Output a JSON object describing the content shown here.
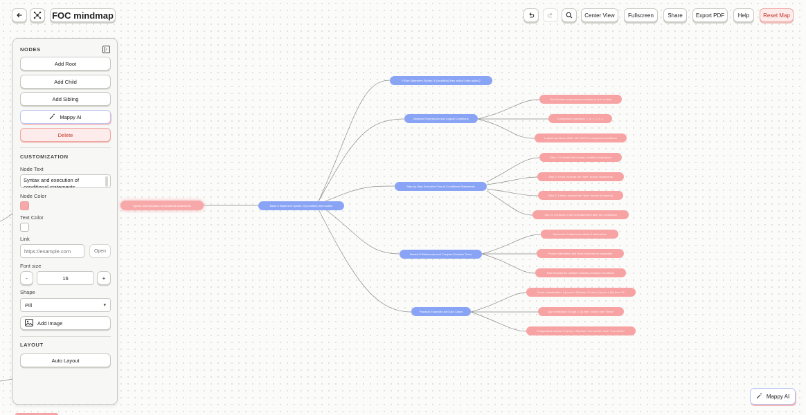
{
  "header": {
    "title": "FOC mindmap",
    "buttons": {
      "center_view": "Center View",
      "fullscreen": "Fullscreen",
      "share": "Share",
      "export_pdf": "Export PDF",
      "help": "Help",
      "reset_map": "Reset Map"
    }
  },
  "panel": {
    "nodes_title": "NODES",
    "add_root": "Add Root",
    "add_child": "Add Child",
    "add_sibling": "Add Sibling",
    "mappy_ai": "Mappy AI",
    "delete": "Delete",
    "customization_title": "CUSTOMIZATION",
    "node_text_label": "Node Text",
    "node_text_value": "Syntax and execution of conditional statements",
    "node_color_label": "Node Color",
    "node_color": "#f7a8a8",
    "text_color_label": "Text Color",
    "text_color": "#ffffff",
    "link_label": "Link",
    "link_placeholder": "https://example.com",
    "open": "Open",
    "font_size_label": "Font size",
    "font_minus": "-",
    "font_size_value": "16",
    "font_plus": "+",
    "shape_label": "Shape",
    "shape_value": "Pill",
    "add_image": "Add Image",
    "layout_title": "LAYOUT",
    "auto_layout": "Auto Layout"
  },
  "mappy_float": "Mappy AI",
  "colors": {
    "accent_red": "#c0392b",
    "node_blue": "#8aa4f5",
    "node_pink": "#f7a3a3"
  },
  "mindmap": {
    "root": "Syntax and execution of conditional statements",
    "l1": "Basic If Statement Syntax: If (condition) then action",
    "l2": [
      "If Else Statement Syntax: If (condition) then action1 else action2",
      "Boolean Expressions and Logical Conditions",
      "Step-by-Step Execution Flow of Conditional Statements",
      "Nested If Statements and Complex Decision Trees",
      "Practical Examples and Use Cases"
    ],
    "l3": [
      "How Boolean expressions evaluate to true or false",
      "Comparison operators: =, ≠, <, >, ≤, ≥",
      "Logical operators: AND, OR, NOT for compound conditions",
      "Step 1: Evaluate the boolean condition expression",
      "Step 2: If true, execute the \"then\" branch statements",
      "Step 3: If false, execute the \"else\" branch (if present)",
      "Step 4: Continue to the next statement after the conditional",
      "Syntax for if statements within if statements",
      "Proper indentation and block structure for readability",
      "Else-if chains for multiple mutually exclusive conditions",
      "Grade classification: If (score ≥ 90) then \"A\" else if (score ≥ 80) then \"B\"",
      "Age verification: If (age ≥ 18) then \"Adult\" else \"Minor\"",
      "Temperature control: If (temp > 25) then \"Turn on AC\" else \"Turn off AC\""
    ]
  }
}
